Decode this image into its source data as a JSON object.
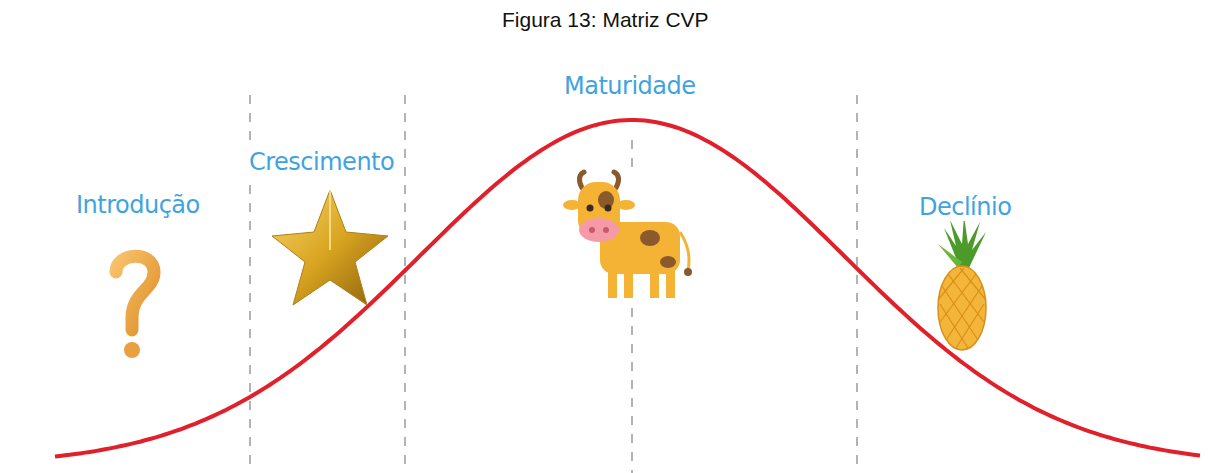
{
  "diagram": {
    "title": "Figura 13: Matriz CVP",
    "labels": [
      "Introdução",
      "Crescimento",
      "Maturidade",
      "Declínio"
    ]
  }
}
